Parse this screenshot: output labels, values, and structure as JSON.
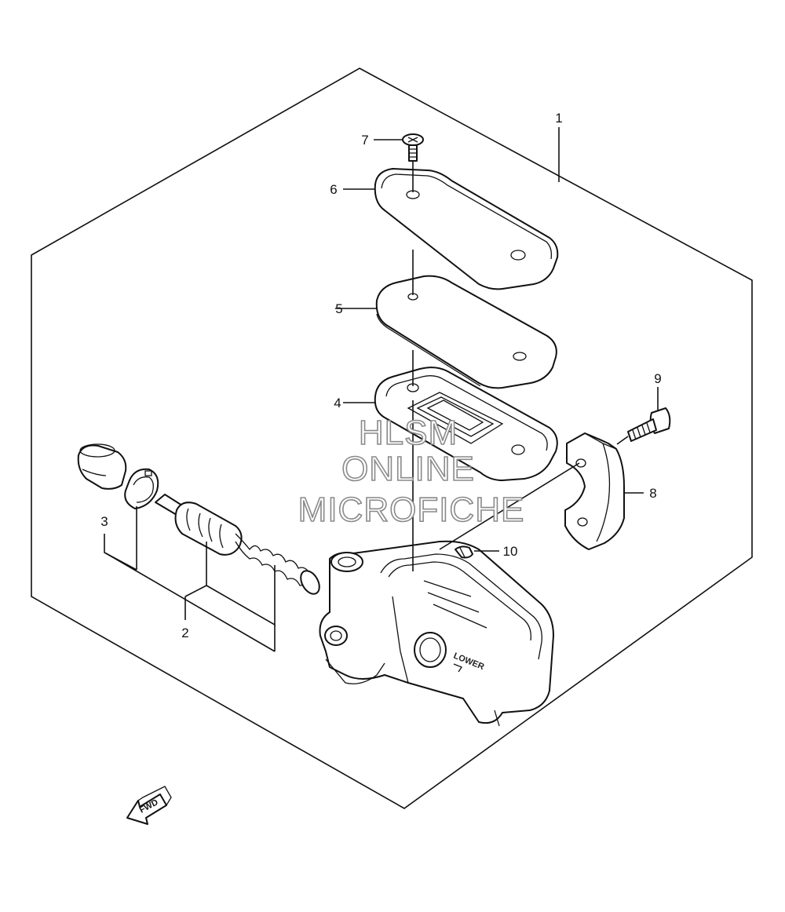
{
  "callouts": {
    "c1": "1",
    "c2": "2",
    "c3": "3",
    "c4": "4",
    "c5": "5",
    "c6": "6",
    "c7": "7",
    "c8": "8",
    "c9": "9",
    "c10": "10"
  },
  "watermark": {
    "line1": "HLSM",
    "line2": "ONLINE",
    "line3": "MICROFICHE"
  },
  "arrow_label": "FWD",
  "body_marking": "LOWER",
  "colors": {
    "line": "#111111",
    "watermark_outline": "#8a8a8a",
    "background": "#ffffff"
  }
}
